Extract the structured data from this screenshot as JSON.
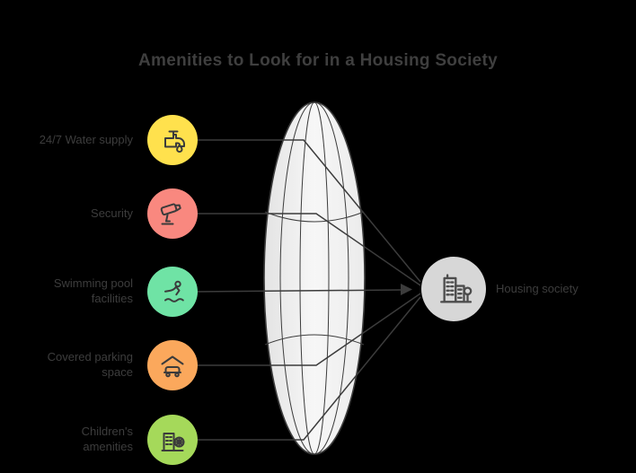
{
  "title": "Amenities to Look for in a Housing Society",
  "items": [
    {
      "label": "24/7 Water supply",
      "color": "#FFE14D",
      "icon": "water-tap-icon"
    },
    {
      "label": "Security",
      "color": "#F9887F",
      "icon": "cctv-camera-icon"
    },
    {
      "label": "Swimming pool\nfacilities",
      "color": "#6FE3A5",
      "icon": "swimmer-icon"
    },
    {
      "label": "Covered parking\nspace",
      "color": "#FBA85C",
      "icon": "parking-garage-icon"
    },
    {
      "label": "Children's\namenities",
      "color": "#A5D95A",
      "icon": "amusement-building-icon"
    }
  ],
  "result": {
    "label": "Housing society",
    "color": "#D7D7D7",
    "icon": "city-buildings-icon"
  },
  "colors": {
    "background": "#000000",
    "line": "#3C3C3C",
    "text": "#3D3D3D",
    "lens_fill": "#F1F1F1",
    "lens_stroke": "#3C3C3C"
  }
}
